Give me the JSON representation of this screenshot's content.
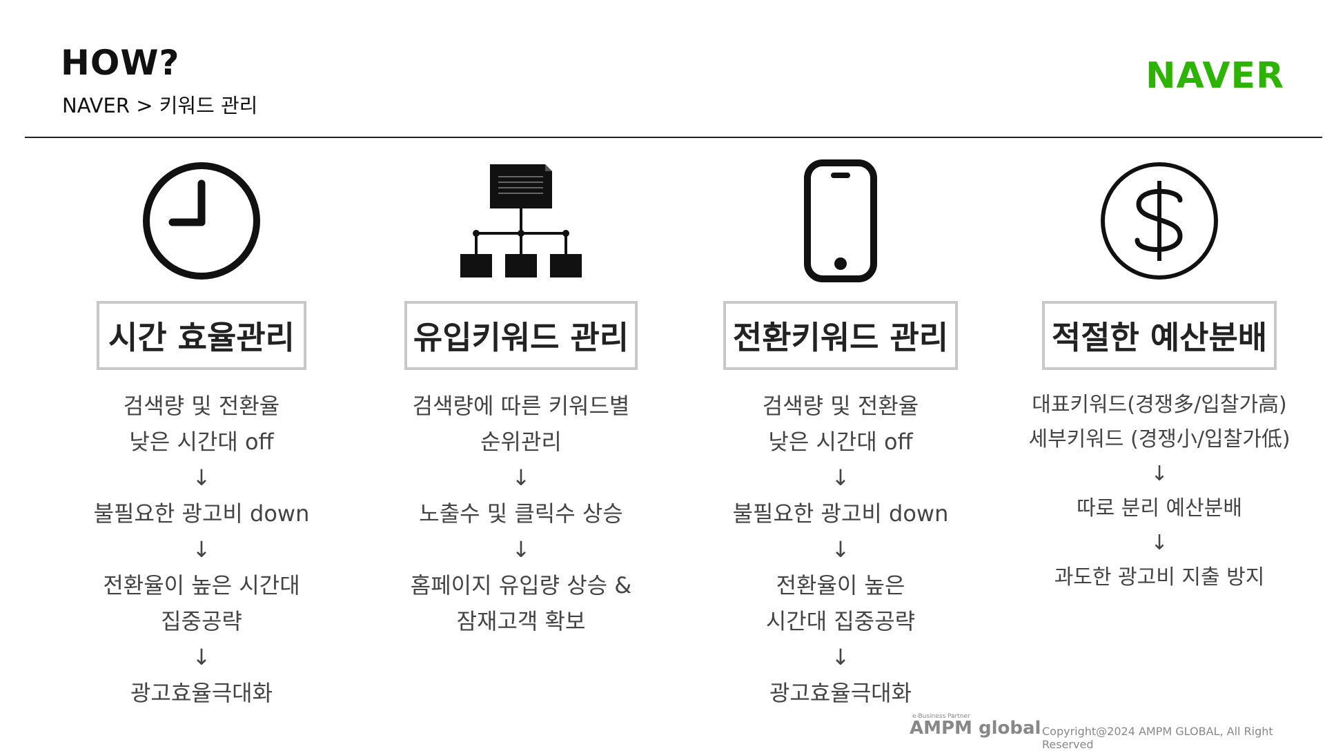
{
  "header": {
    "title": "HOW?",
    "breadcrumb": "NAVER > 키워드 관리",
    "logo": "NAVER",
    "logo_color": "#2db400"
  },
  "columns": [
    {
      "icon": "clock-icon",
      "heading": "시간 효율관리",
      "lines": [
        "검색량 및 전환율",
        "낮은 시간대 off",
        "↓",
        "불필요한 광고비 down",
        "↓",
        "전환율이 높은 시간대",
        "집중공략",
        "↓",
        "광고효율극대화"
      ]
    },
    {
      "icon": "sitemap-icon",
      "heading": "유입키워드 관리",
      "lines": [
        "검색량에 따른 키워드별",
        "순위관리",
        "↓",
        "노출수 및 클릭수 상승",
        "↓",
        "홈페이지 유입량 상승 &",
        "잠재고객 확보"
      ]
    },
    {
      "icon": "smartphone-icon",
      "heading": "전환키워드 관리",
      "lines": [
        "검색량 및 전환율",
        "낮은 시간대 off",
        "↓",
        "불필요한 광고비 down",
        "↓",
        "전환율이 높은",
        "시간대 집중공략",
        "↓",
        "광고효율극대화"
      ]
    },
    {
      "icon": "dollar-icon",
      "heading": "적절한 예산분배",
      "lines": [
        "대표키워드(경쟁多/입찰가高)",
        "세부키워드 (경쟁小/입찰가低)",
        "↓",
        "따로 분리 예산분배",
        "↓",
        "과도한 광고비 지출 방지"
      ]
    }
  ],
  "footer": {
    "partner_label": "e-Business Partner",
    "brand": "AMPM global",
    "copyright": "Copyright@2024 AMPM GLOBAL, All Right Reserved"
  }
}
